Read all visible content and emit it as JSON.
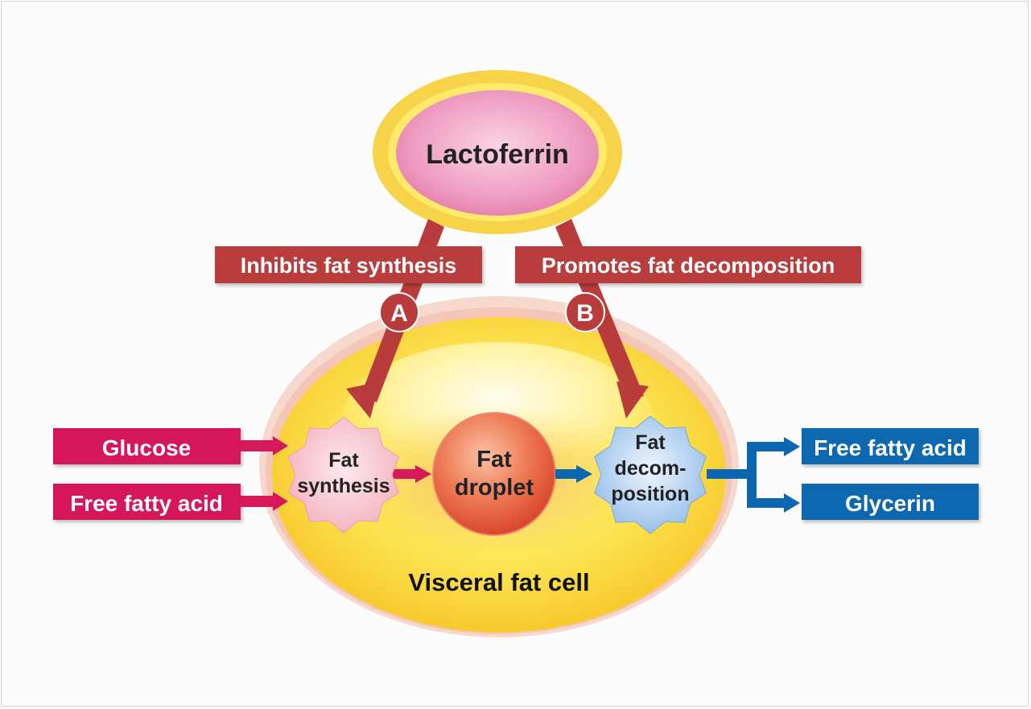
{
  "lactoferrin": "Lactoferrin",
  "inhibits_label": "Inhibits fat synthesis",
  "promotes_label": "Promotes fat decomposition",
  "marker_a": "A",
  "marker_b": "B",
  "fat_synthesis": [
    "Fat",
    "synthesis"
  ],
  "fat_droplet": [
    "Fat",
    "droplet"
  ],
  "fat_decomposition": [
    "Fat",
    "decom-",
    "position"
  ],
  "cell_label": "Visceral fat cell",
  "inputs": [
    "Glucose",
    "Free fatty acid"
  ],
  "outputs": [
    "Free fatty acid",
    "Glycerin"
  ],
  "colors": {
    "input_magenta": "#d6195a",
    "output_blue": "#0b67b0",
    "lactoferrin_red": "#b93c3c",
    "cell_yellow": "#fde63a"
  }
}
